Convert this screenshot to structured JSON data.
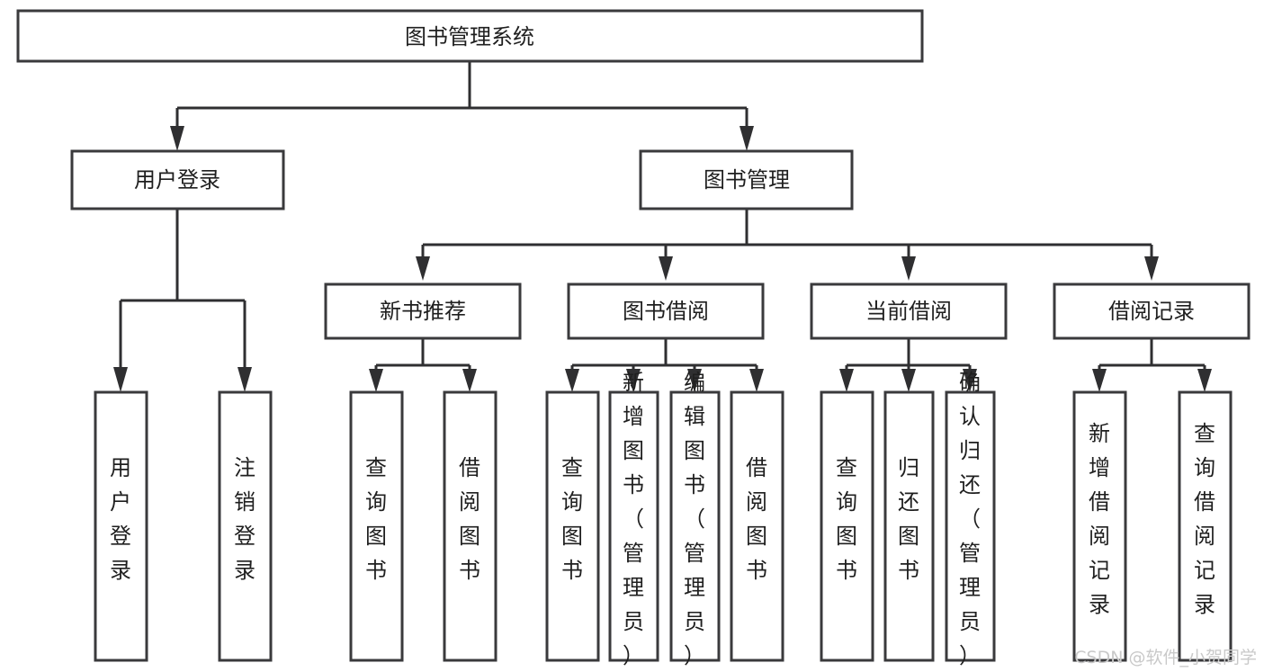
{
  "diagram": {
    "title": "图书管理系统",
    "type": "tree-hierarchy",
    "root": {
      "id": "root",
      "label": "图书管理系统",
      "orientation": "horizontal"
    },
    "level2": [
      {
        "id": "user-login",
        "label": "用户登录",
        "orientation": "horizontal"
      },
      {
        "id": "book-manage",
        "label": "图书管理",
        "orientation": "horizontal"
      }
    ],
    "level3": [
      {
        "id": "new-book-recommend",
        "label": "新书推荐",
        "orientation": "horizontal",
        "parent": "book-manage"
      },
      {
        "id": "book-borrow",
        "label": "图书借阅",
        "orientation": "horizontal",
        "parent": "book-manage"
      },
      {
        "id": "current-borrow",
        "label": "当前借阅",
        "orientation": "horizontal",
        "parent": "book-manage"
      },
      {
        "id": "borrow-record",
        "label": "借阅记录",
        "orientation": "horizontal",
        "parent": "book-manage"
      }
    ],
    "leaves": {
      "user-login": [
        {
          "id": "leaf-user-login",
          "label": "用户登录",
          "orientation": "vertical"
        },
        {
          "id": "leaf-logout-login",
          "label": "注销登录",
          "orientation": "vertical"
        }
      ],
      "new-book-recommend": [
        {
          "id": "leaf-query-book-1",
          "label": "查询图书",
          "orientation": "vertical"
        },
        {
          "id": "leaf-borrow-book-1",
          "label": "借阅图书",
          "orientation": "vertical"
        }
      ],
      "book-borrow": [
        {
          "id": "leaf-query-book-2",
          "label": "查询图书",
          "orientation": "vertical"
        },
        {
          "id": "leaf-add-book-admin",
          "label": "新增图书（管理员）",
          "orientation": "vertical"
        },
        {
          "id": "leaf-edit-book-admin",
          "label": "编辑图书（管理员）",
          "orientation": "vertical"
        },
        {
          "id": "leaf-borrow-book-2",
          "label": "借阅图书",
          "orientation": "vertical"
        }
      ],
      "current-borrow": [
        {
          "id": "leaf-query-book-3",
          "label": "查询图书",
          "orientation": "vertical"
        },
        {
          "id": "leaf-return-book",
          "label": "归还图书",
          "orientation": "vertical"
        },
        {
          "id": "leaf-confirm-return-admin",
          "label": "确认归还（管理员）",
          "orientation": "vertical"
        }
      ],
      "borrow-record": [
        {
          "id": "leaf-add-borrow-record",
          "label": "新增借阅记录",
          "orientation": "vertical"
        },
        {
          "id": "leaf-query-borrow-record",
          "label": "查询借阅记录",
          "orientation": "vertical"
        }
      ]
    },
    "colors": {
      "box_fill": "#ffffff",
      "box_stroke": "#3a3a3c",
      "link_stroke": "#2f2f31",
      "text": "#1f1f1f",
      "watermark": "#c9c9c9",
      "background": "#ffffff"
    }
  },
  "watermark": {
    "text": "CSDN @软件_小贺同学"
  }
}
